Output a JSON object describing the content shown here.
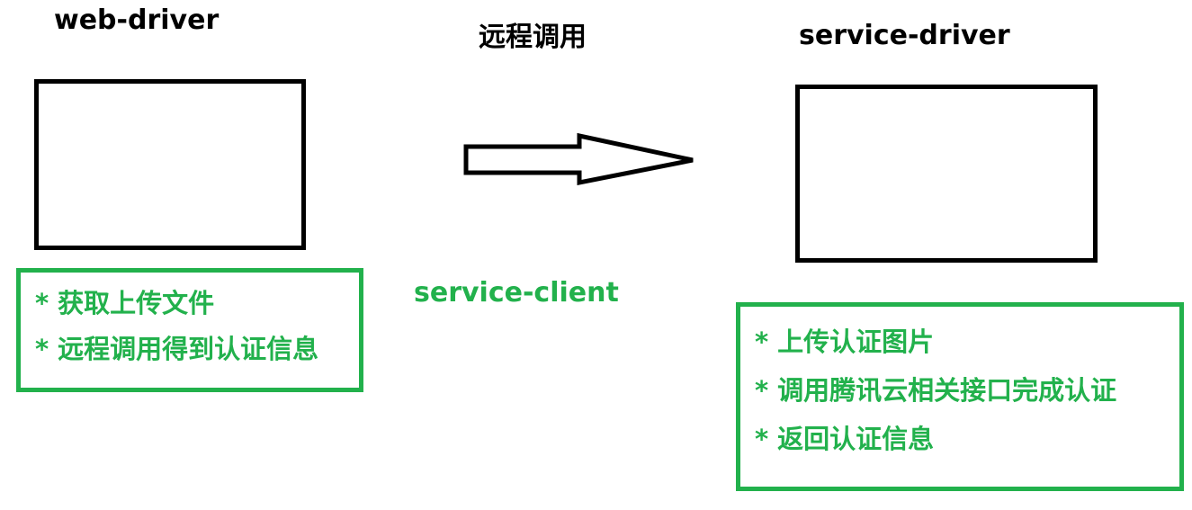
{
  "colors": {
    "outline": "#000000",
    "note_border": "#22b14c",
    "note_text": "#22b14c"
  },
  "left_node": {
    "title": "web-driver",
    "notes": [
      "获取上传文件",
      "远程调用得到认证信息"
    ]
  },
  "connector": {
    "label": "远程调用",
    "sublabel": "service-client"
  },
  "right_node": {
    "title": "service-driver",
    "notes": [
      "上传认证图片",
      "调用腾讯云相关接口完成认证",
      "返回认证信息"
    ]
  },
  "bullet_symbol": "*"
}
